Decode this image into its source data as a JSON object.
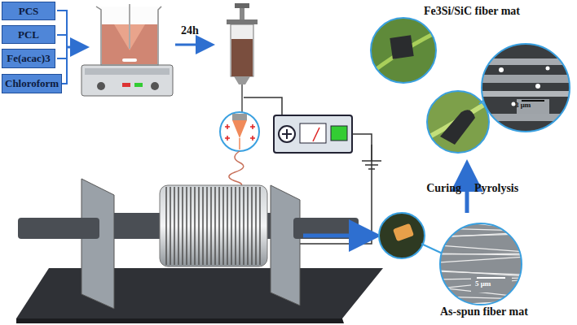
{
  "diagram": {
    "nodes": [
      {
        "text": [
          "PCS"
        ]
      },
      {
        "text": [
          "PCL"
        ]
      },
      {
        "text": [
          "Fe(acac)3"
        ]
      },
      {
        "text": [
          "Chloroform"
        ]
      }
    ],
    "labels": [
      "24h",
      "Fe3Si/SiC fiber mat",
      "3 μm",
      "Curing",
      "Pyrolysis",
      "5 μm",
      "As-spun fiber mat"
    ]
  }
}
